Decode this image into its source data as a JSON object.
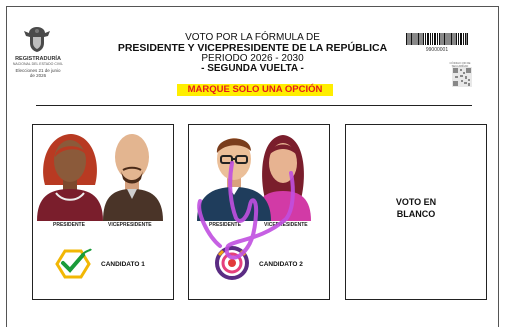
{
  "registry": {
    "name": "REGISTRADURÍA",
    "subtitle": "NACIONAL DEL ESTADO CIVIL",
    "date_line1": "Elecciones 21 de junio",
    "date_line2": "de 2026"
  },
  "header": {
    "line1": "VOTO POR LA FÓRMULA DE",
    "line2": "PRESIDENTE Y VICEPRESIDENTE DE LA REPÚBLICA",
    "line3": "PERIODO 2026 - 2030",
    "line4": "- SEGUNDA VUELTA -",
    "instruction": "MARQUE SOLO UNA OPCIÓN"
  },
  "barcode": {
    "number": "99000001"
  },
  "qr": {
    "caption": "CÓDIGO QR DE SEGURIDAD"
  },
  "options": [
    {
      "president_label": "PRESIDENTE",
      "vice_label": "VICEPRESIDENTE",
      "candidate_label": "CANDIDATO 1",
      "logo": "green-checkmark-hexagon-icon"
    },
    {
      "president_label": "PRESIDENTE",
      "vice_label": "VICEPRESIDENTE",
      "candidate_label": "CANDIDATO 2",
      "logo": "target-circle-icon"
    }
  ],
  "blank_vote": {
    "line1": "VOTO EN",
    "line2": "BLANCO"
  },
  "colors": {
    "instruction_bg": "#ffee00",
    "instruction_text": "#e31c1c",
    "pen_mark": "#c04fe0"
  }
}
